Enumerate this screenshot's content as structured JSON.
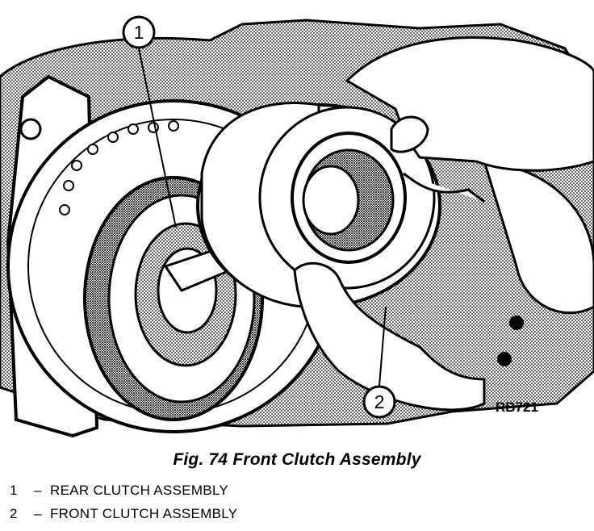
{
  "figure": {
    "callouts": [
      {
        "number": "1"
      },
      {
        "number": "2"
      }
    ],
    "reference_code": "RB721"
  },
  "caption": "Fig. 74 Front Clutch Assembly",
  "legend": [
    {
      "number": "1",
      "separator": "–",
      "text": "REAR CLUTCH ASSEMBLY"
    },
    {
      "number": "2",
      "separator": "–",
      "text": "FRONT CLUTCH ASSEMBLY"
    }
  ]
}
